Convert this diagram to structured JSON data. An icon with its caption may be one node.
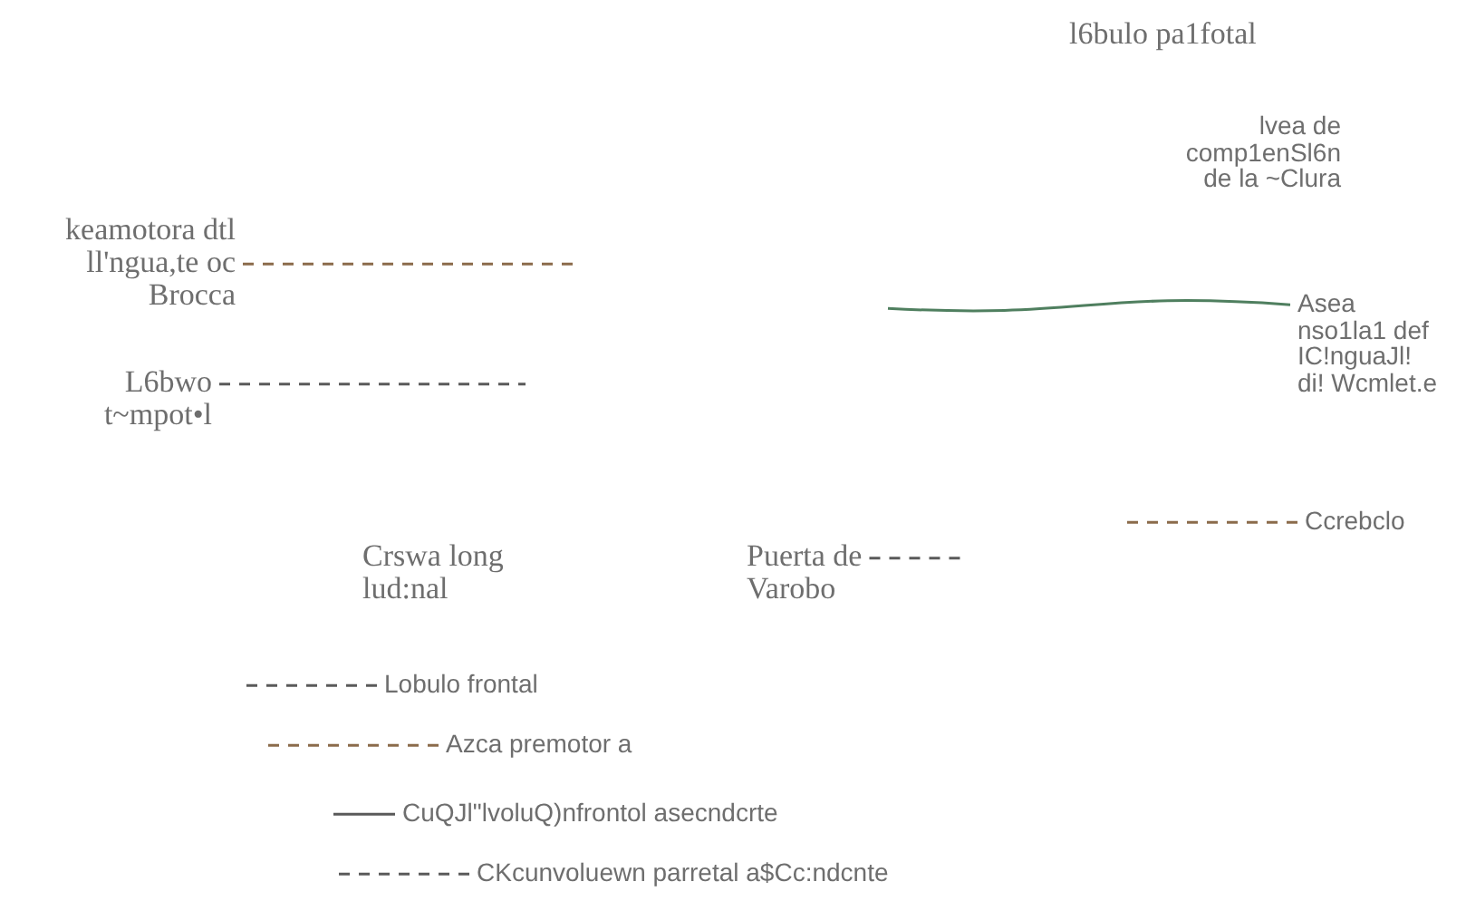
{
  "diagram": {
    "nodes": [
      {
        "text": [
          "keamotora dtl ll'ngua,te oc Brocca"
        ]
      },
      {
        "text": [
          "L6bwo t~mpot•l"
        ]
      },
      {
        "text": [
          "Asea nso1la1 def IC!nguaJl! di! Wcmlet.e"
        ]
      },
      {
        "text": [
          "Ccrebclo"
        ]
      },
      {
        "text": [
          "Puerta de Varobo"
        ]
      },
      {
        "text": [
          "Lobulo frontal"
        ]
      },
      {
        "text": [
          "Azca premotor a"
        ]
      },
      {
        "text": [
          "CuQJl\"lvoluQ)nfrontol asecndcrte"
        ]
      },
      {
        "text": [
          "CKcunvoluewn parretal a$Cc:ndcnte"
        ]
      }
    ],
    "edges": [
      {
        "from": 0,
        "to": null,
        "arrow": "none",
        "style": "dashed",
        "color": "#8b6b4b"
      },
      {
        "from": 1,
        "to": null,
        "arrow": "none",
        "style": "dashed"
      },
      {
        "from": 2,
        "to": null,
        "arrow": "none",
        "color": "#4f7f5f"
      },
      {
        "from": 3,
        "to": null,
        "arrow": "none",
        "style": "dashed",
        "color": "#8b6b4b"
      },
      {
        "from": 4,
        "to": null,
        "arrow": "none",
        "style": "dashed"
      },
      {
        "from": 5,
        "to": null,
        "arrow": "none",
        "style": "dashed"
      },
      {
        "from": 6,
        "to": null,
        "arrow": "none",
        "style": "dashed",
        "color": "#8b6b4b"
      },
      {
        "from": 7,
        "to": null,
        "arrow": "none"
      },
      {
        "from": 8,
        "to": null,
        "arrow": "none",
        "style": "dashed"
      }
    ],
    "labels": [
      "l6bulo pa1fotal",
      "lvea de comp1enSl6n de la ~Clura",
      "Crswa long lud:nal"
    ]
  }
}
